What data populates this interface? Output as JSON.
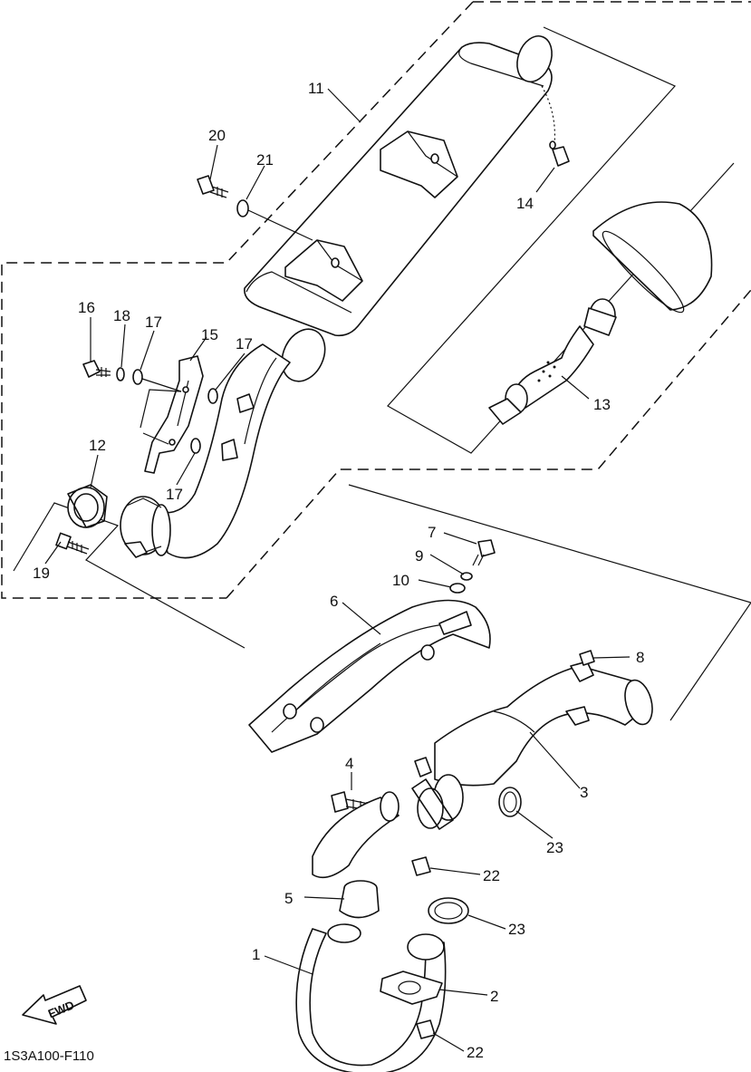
{
  "diagram": {
    "code": "1S3A100-F110",
    "fwd_label": "FWD",
    "callouts": {
      "p1": "1",
      "p2": "2",
      "p3": "3",
      "p4": "4",
      "p5": "5",
      "p6": "6",
      "p7": "7",
      "p8": "8",
      "p9": "9",
      "p10": "10",
      "p11": "11",
      "p12": "12",
      "p13": "13",
      "p14": "14",
      "p15": "15",
      "p16": "16",
      "p17a": "17",
      "p17b": "17",
      "p17c": "17",
      "p18": "18",
      "p19": "19",
      "p20": "20",
      "p21": "21",
      "p22a": "22",
      "p22b": "22",
      "p23a": "23",
      "p23b": "23"
    }
  }
}
